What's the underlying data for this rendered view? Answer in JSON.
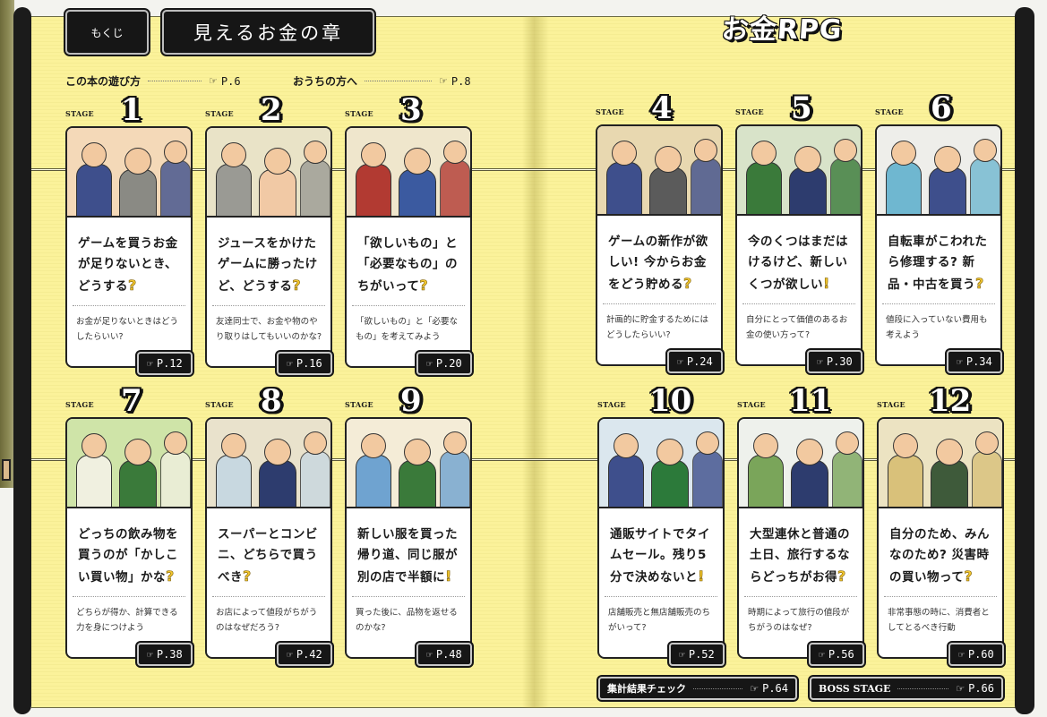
{
  "header": {
    "toc_label": "もくじ",
    "chapter_title": "見えるお金の章",
    "logo": "お金RPG"
  },
  "intro_links": [
    {
      "label": "この本の遊び方",
      "page": "P.6"
    },
    {
      "label": "おうちの方へ",
      "page": "P.8"
    }
  ],
  "stage_label": "STAGE",
  "pointer_icon": "☞",
  "stages": [
    {
      "num": "1",
      "question": "ゲームを買うお金が足りないとき、どうする",
      "mark": "?",
      "description": "お金が足りないときはどうしたらいい?",
      "page": "P.12"
    },
    {
      "num": "2",
      "question": "ジュースをかけたゲームに勝ったけど、どうする",
      "mark": "?",
      "description": "友達同士で、お金や物のやり取りはしてもいいのかな?",
      "page": "P.16"
    },
    {
      "num": "3",
      "question": "「欲しいもの」と「必要なもの」のちがいって",
      "mark": "?",
      "description": "「欲しいもの」と「必要なもの」を考えてみよう",
      "page": "P.20"
    },
    {
      "num": "4",
      "question": "ゲームの新作が欲しい! 今からお金をどう貯める",
      "mark": "?",
      "description": "計画的に貯金するためにはどうしたらいい?",
      "page": "P.24"
    },
    {
      "num": "5",
      "question": "今のくつはまだはけるけど、新しいくつが欲しい",
      "mark": "!",
      "description": "自分にとって価値のあるお金の使い方って?",
      "page": "P.30"
    },
    {
      "num": "6",
      "question": "自転車がこわれたら修理する? 新品・中古を買う",
      "mark": "?",
      "description": "値段に入っていない費用も考えよう",
      "page": "P.34"
    },
    {
      "num": "7",
      "question": "どっちの飲み物を買うのが「かしこい買い物」かな",
      "mark": "?",
      "description": "どちらが得か、計算できる力を身につけよう",
      "page": "P.38"
    },
    {
      "num": "8",
      "question": "スーパーとコンビニ、どちらで買うべき",
      "mark": "?",
      "description": "お店によって値段がちがうのはなぜだろう?",
      "page": "P.42"
    },
    {
      "num": "9",
      "question": "新しい服を買った帰り道、同じ服が別の店で半額に",
      "mark": "!",
      "description": "買った後に、品物を返せるのかな?",
      "page": "P.48"
    },
    {
      "num": "10",
      "question": "通販サイトでタイムセール。残り5分で決めないと",
      "mark": "!",
      "description": "店舗販売と無店舗販売のちがいって?",
      "page": "P.52"
    },
    {
      "num": "11",
      "question": "大型連休と普通の土日、旅行するならどっちがお得",
      "mark": "?",
      "description": "時期によって旅行の値段がちがうのはなぜ?",
      "page": "P.56"
    },
    {
      "num": "12",
      "question": "自分のため、みんなのため? 災害時の買い物って",
      "mark": "?",
      "description": "非常事態の時に、消費者としてとるべき行動",
      "page": "P.60"
    }
  ],
  "footer_links": [
    {
      "label": "集計結果チェック",
      "page": "P.64"
    },
    {
      "label": "BOSS STAGE",
      "page": "P.66"
    }
  ],
  "colors": {
    "page_yellow": "#fbf29a",
    "box_black": "#161616",
    "mark_yellow": "#f2c62f"
  }
}
